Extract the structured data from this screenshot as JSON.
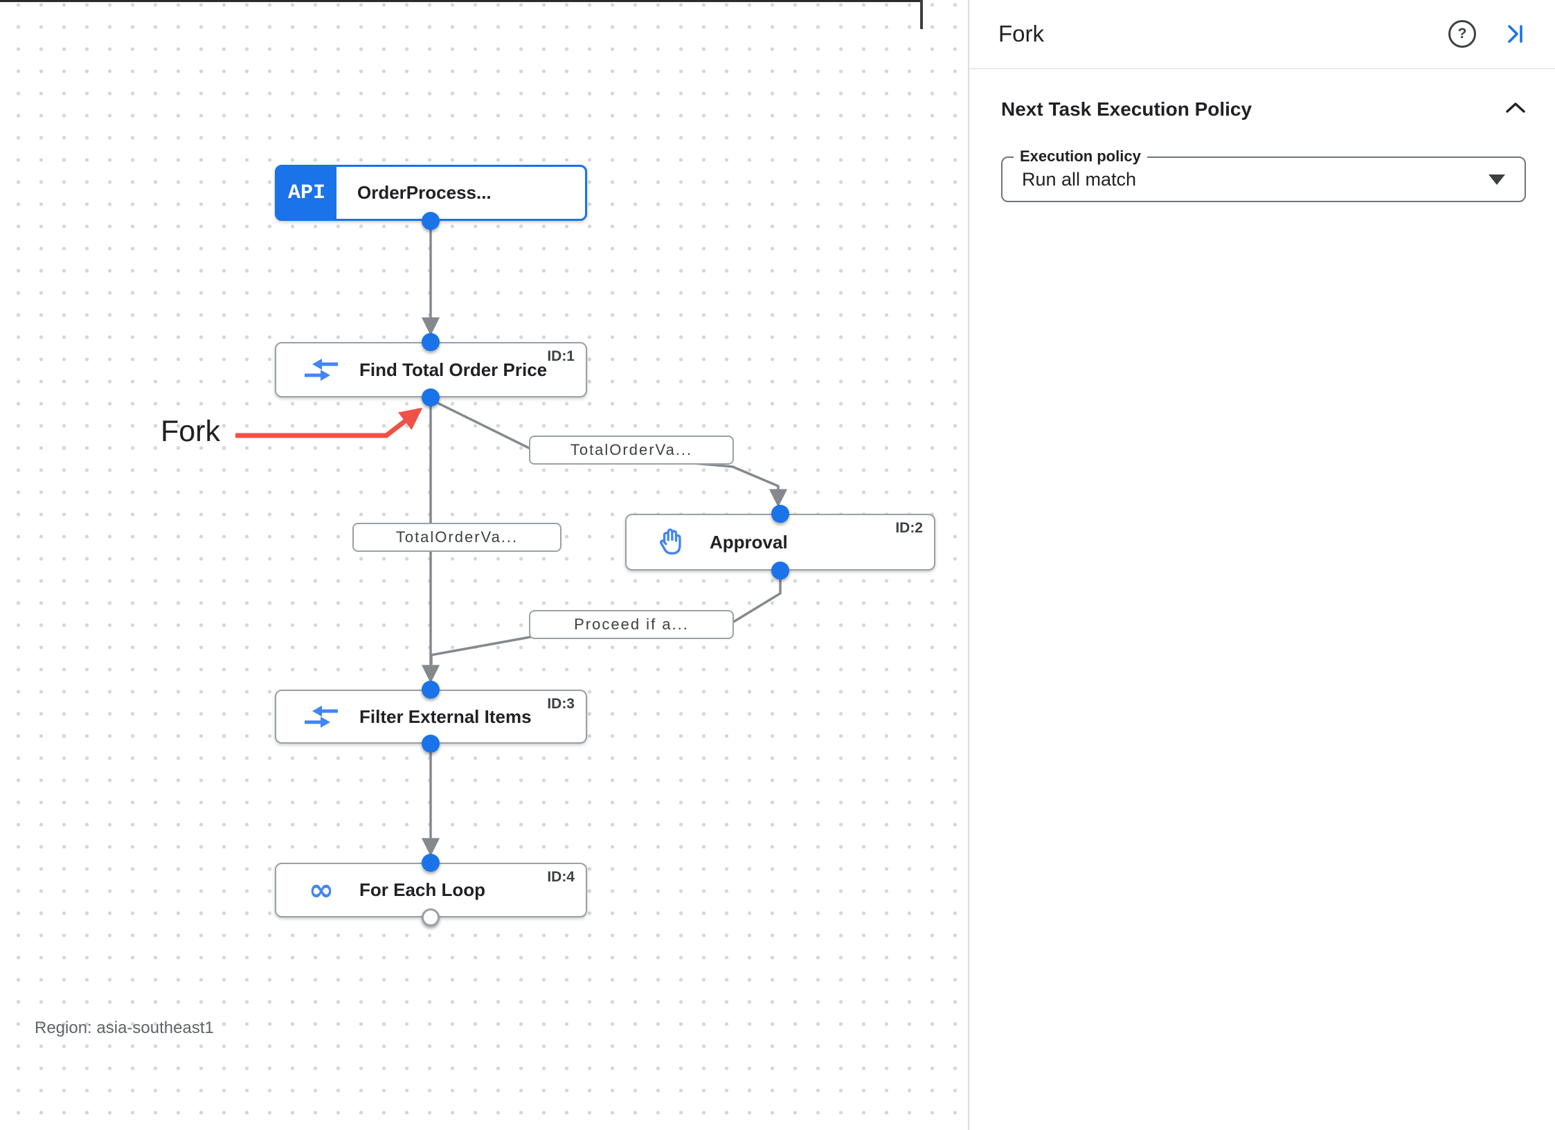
{
  "canvas": {
    "annotation": "Fork",
    "region": "Region: asia-southeast1",
    "trigger": {
      "icon_label": "API",
      "title": "OrderProcess..."
    },
    "tasks": [
      {
        "title": "Find Total Order Price",
        "id_badge": "ID:1",
        "icon": "data-mapping-icon"
      },
      {
        "title": "Approval",
        "id_badge": "ID:2",
        "icon": "pan-tool-icon"
      },
      {
        "title": "Filter External Items",
        "id_badge": "ID:3",
        "icon": "data-mapping-icon"
      },
      {
        "title": "For Each Loop",
        "id_badge": "ID:4",
        "icon": "loop-icon"
      }
    ],
    "edge_labels": [
      "TotalOrderVa...",
      "TotalOrderVa...",
      "Proceed if a..."
    ]
  },
  "panel": {
    "title": "Fork",
    "help_icon": "help-circle-icon",
    "collapse_icon": "skip-next-icon",
    "section": {
      "heading": "Next Task Execution Policy",
      "collapse_icon": "chevron-up-icon",
      "execution_policy": {
        "label": "Execution policy",
        "value": "Run all match"
      }
    }
  },
  "glyphs": {
    "question": "?",
    "infinity": "∞"
  },
  "colors": {
    "primary_blue": "#1a73e8",
    "icon_blue": "#4285f4",
    "edge_gray": "#85898d",
    "annotation_red": "#ef5146",
    "node_border": "#9aa0a6"
  }
}
